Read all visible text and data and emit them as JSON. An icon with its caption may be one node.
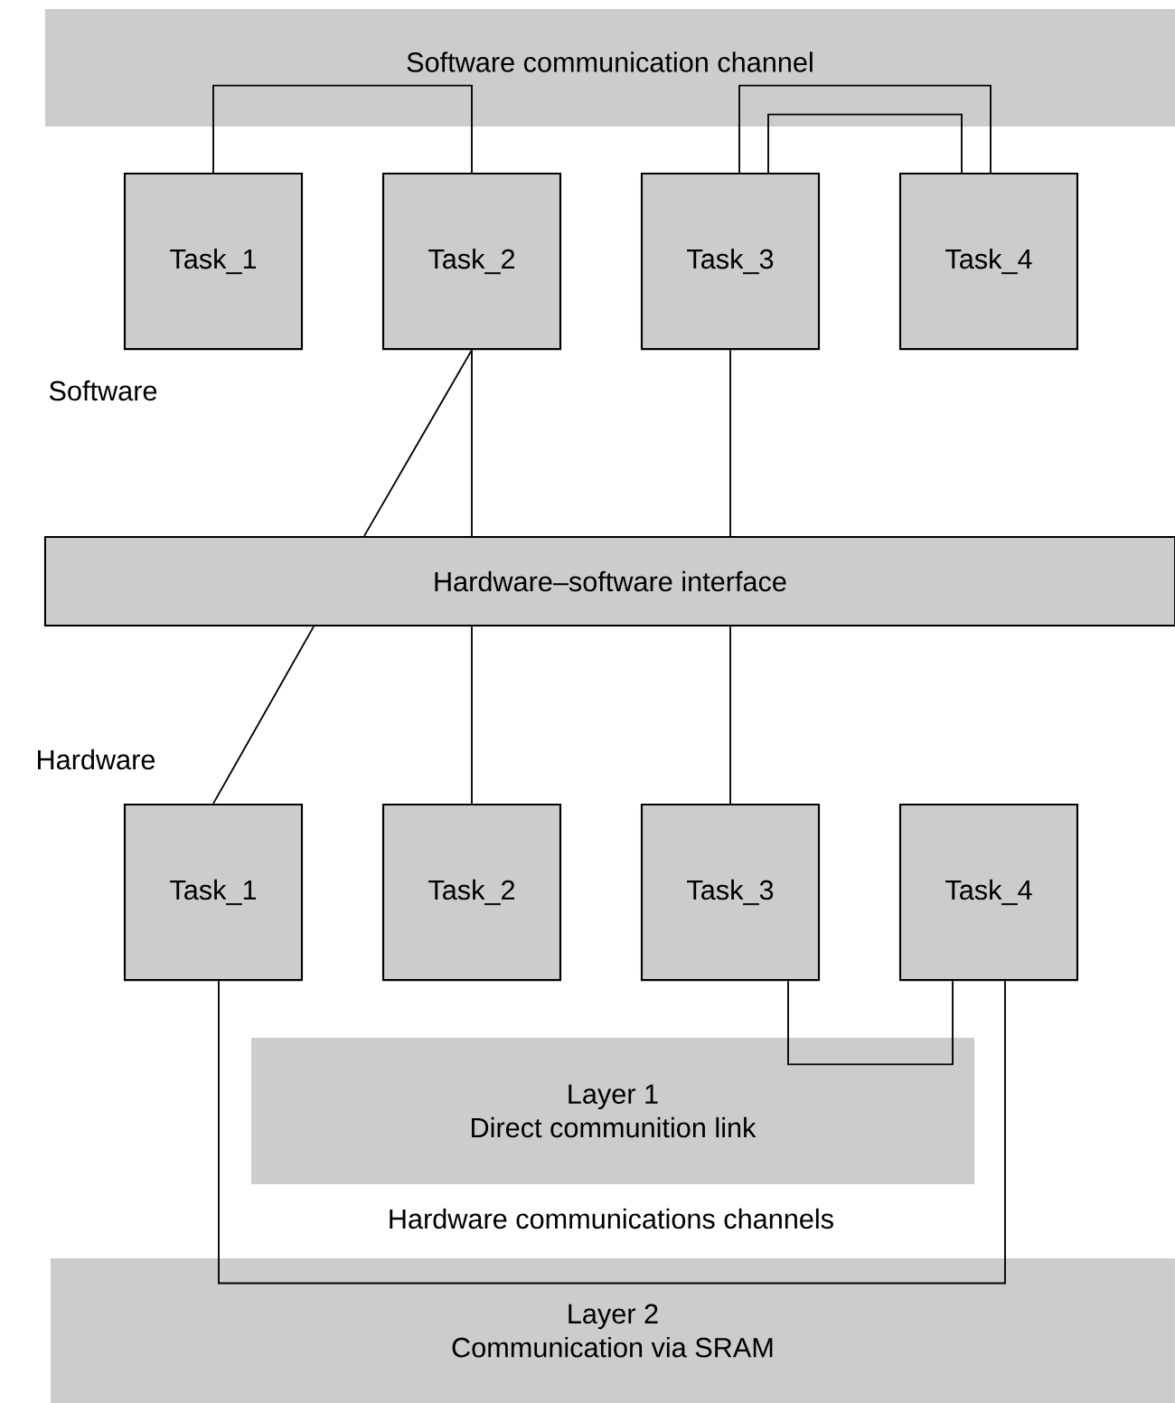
{
  "diagram": {
    "nodes": [
      {
        "text": [
          "Software communication channel"
        ]
      },
      {
        "text": [
          "Task_1"
        ]
      },
      {
        "text": [
          "Task_2"
        ]
      },
      {
        "text": [
          "Task_3"
        ]
      },
      {
        "text": [
          "Task_4"
        ]
      },
      {
        "text": [
          "Hardware–software interface"
        ]
      },
      {
        "text": [
          "Task_1"
        ]
      },
      {
        "text": [
          "Task_2"
        ]
      },
      {
        "text": [
          "Task_3"
        ]
      },
      {
        "text": [
          "Task_4"
        ]
      },
      {
        "text": [
          "Layer 1",
          "Direct communition link"
        ]
      },
      {
        "text": [
          "Layer 2",
          "Communication via SRAM"
        ]
      }
    ],
    "edges": [
      {
        "from": 1,
        "to": 0,
        "arrow": "none"
      },
      {
        "from": 0,
        "to": 2,
        "arrow": "none"
      },
      {
        "from": 3,
        "to": 0,
        "arrow": "none"
      },
      {
        "from": 0,
        "to": 4,
        "arrow": "none"
      },
      {
        "from": 3,
        "to": 0,
        "arrow": "none"
      },
      {
        "from": 0,
        "to": 4,
        "arrow": "none"
      },
      {
        "from": 2,
        "to": 5,
        "arrow": "none"
      },
      {
        "from": 2,
        "to": 5,
        "arrow": "none"
      },
      {
        "from": 3,
        "to": 5,
        "arrow": "none"
      },
      {
        "from": 5,
        "to": 6,
        "arrow": "none"
      },
      {
        "from": 5,
        "to": 7,
        "arrow": "none"
      },
      {
        "from": 5,
        "to": 8,
        "arrow": "none"
      },
      {
        "from": 8,
        "to": 10,
        "arrow": "none"
      },
      {
        "from": 10,
        "to": 9,
        "arrow": "none"
      },
      {
        "from": 6,
        "to": 11,
        "arrow": "none"
      },
      {
        "from": 11,
        "to": 9,
        "arrow": "none"
      }
    ],
    "labels": [
      "Software",
      "Hardware",
      "Hardware communications channels"
    ]
  }
}
